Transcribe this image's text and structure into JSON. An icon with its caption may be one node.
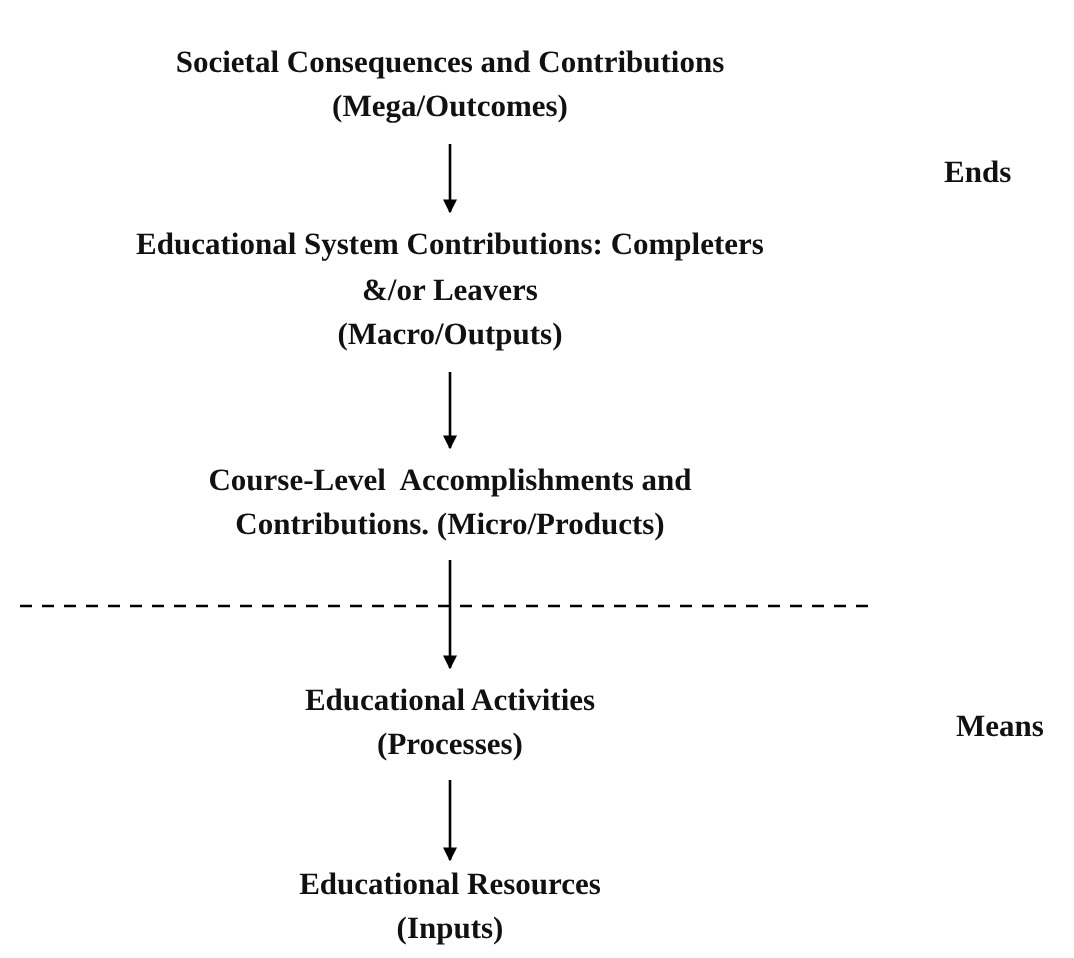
{
  "diagram": {
    "nodes": [
      {
        "text": [
          "Societal Consequences and Contributions",
          "(Mega/Outcomes)"
        ]
      },
      {
        "text": [
          "Educational System Contributions: Completers &/or Leavers",
          "(Macro/Outputs)"
        ]
      },
      {
        "text": [
          "Course-Level  Accomplishments and Contributions. (Micro/Products)"
        ]
      },
      {
        "text": [
          "Educational Activities",
          "(Processes)"
        ]
      },
      {
        "text": [
          "Educational Resources",
          "(Inputs)"
        ]
      }
    ],
    "edges": [
      {
        "from": 0,
        "to": 1,
        "arrow": "to"
      },
      {
        "from": 1,
        "to": 2,
        "arrow": "to"
      },
      {
        "from": 2,
        "to": 3,
        "arrow": "to"
      },
      {
        "from": 3,
        "to": 4,
        "arrow": "to"
      }
    ],
    "labels": [
      "Ends",
      "Means"
    ]
  }
}
